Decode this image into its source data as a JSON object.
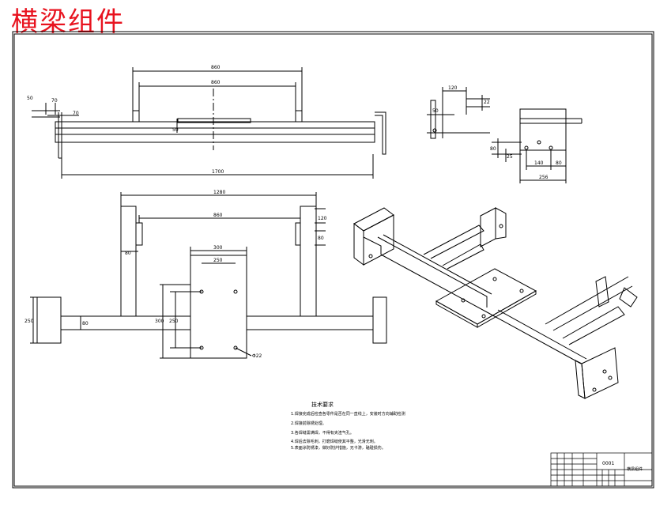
{
  "title": "横梁组件",
  "colors": {
    "title": "#e8131f",
    "line": "#000000",
    "background": "#ffffff"
  },
  "front_view": {
    "dims": {
      "overall_top": "860",
      "inner_top": "860",
      "left_small": "50",
      "left_tiny": "70",
      "flange": "70",
      "center": "50",
      "bottom": "1700"
    }
  },
  "side_view": {
    "dims": {
      "width_top": "120",
      "small_right": "22",
      "height_left": "50",
      "mid_v": "80",
      "small_v": "25",
      "bottom_a": "140",
      "bottom_b": "80",
      "overall": "256"
    }
  },
  "top_view": {
    "dims": {
      "overall": "1280",
      "inner": "860",
      "right_v1": "120",
      "right_v2": "80",
      "left_v": "80",
      "plate_w": "300",
      "plate_inner": "250",
      "plate_h": "300",
      "plate_h2": "250",
      "hole": "Φ22",
      "left_end": "250",
      "beam_h": "80"
    }
  },
  "tech": {
    "heading": "技术要求",
    "lines": [
      "1.焊接完成后检查各零件是否在同一直线上，安装时方向辅助检测",
      "2.焊接前除锈处理。",
      "3.各焊缝需满焊，不得有夹渣气孔。",
      "4.焊后去除毛刺，打磨焊缝使其平整，光滑无刺。",
      "5.表面涂防锈漆，做好防护措施，无卡滞，磕碰损伤。"
    ]
  },
  "title_block": {
    "name": "横梁组件",
    "code": "0001"
  }
}
